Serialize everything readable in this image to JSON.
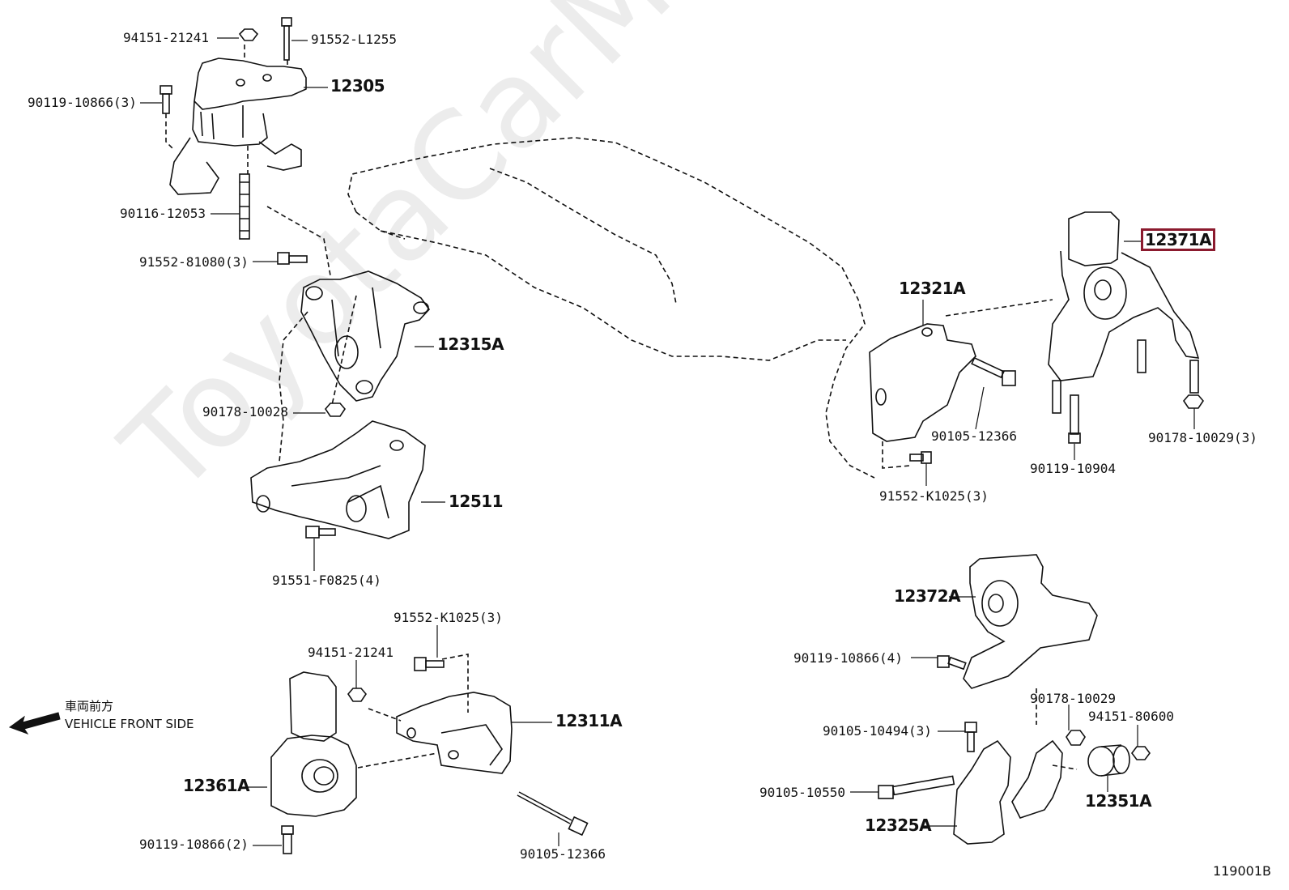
{
  "watermark": "ToyotaCarMine.ru",
  "diagram_code": "119001B",
  "front_indicator": {
    "line1": "車両前方",
    "line2": "VEHICLE FRONT SIDE"
  },
  "labels": {
    "p94151_21241_top": "94151-21241",
    "p91552_L1255": "91552-L1255",
    "p12305": "12305",
    "p90119_10866_3_top": "90119-10866(3)",
    "p90116_12053": "90116-12053",
    "p91552_81080_3": "91552-81080(3)",
    "p12315A": "12315A",
    "p90178_10028": "90178-10028",
    "p12511": "12511",
    "p91551_F0825_4": "91551-F0825(4)",
    "p91552_K1025_3_mid": "91552-K1025(3)",
    "p94151_21241_mid": "94151-21241",
    "p12311A": "12311A",
    "p12361A": "12361A",
    "p90119_10866_2": "90119-10866(2)",
    "p90105_12366_bottom": "90105-12366",
    "p12371A": "12371A",
    "p12321A": "12321A",
    "p90105_12366_right": "90105-12366",
    "p91552_K1025_3_right": "91552-K1025(3)",
    "p90119_10904": "90119-10904",
    "p90178_10029_3": "90178-10029(3)",
    "p12372A": "12372A",
    "p90119_10866_4": "90119-10866(4)",
    "p90178_10029": "90178-10029",
    "p94151_80600": "94151-80600",
    "p90105_10494_3": "90105-10494(3)",
    "p90105_10550": "90105-10550",
    "p12351A": "12351A",
    "p12325A": "12325A"
  }
}
